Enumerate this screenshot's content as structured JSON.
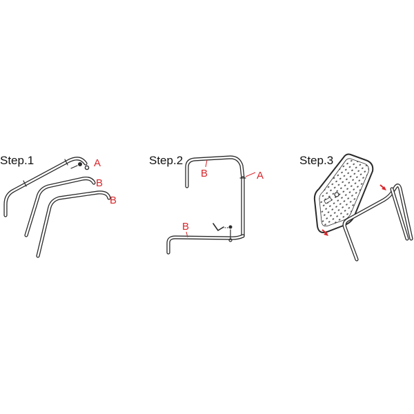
{
  "colors": {
    "ink": "#2a2a2a",
    "accent": "#d9252a",
    "background": "#ffffff"
  },
  "steps": [
    {
      "title": "Step.1",
      "labels": [
        "A",
        "B",
        "B"
      ]
    },
    {
      "title": "Step.2",
      "labels": [
        "B",
        "A",
        "B"
      ]
    },
    {
      "title": "Step.3",
      "labels": []
    }
  ]
}
